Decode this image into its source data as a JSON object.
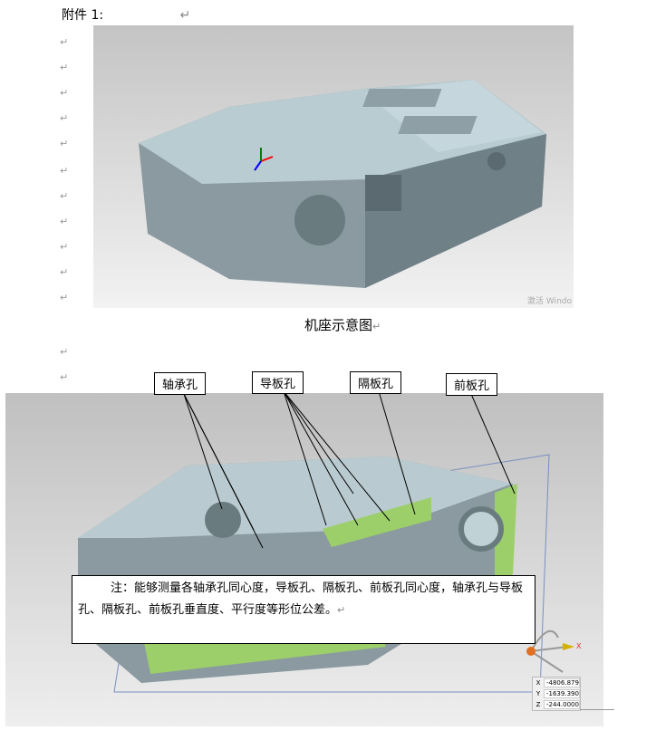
{
  "heading": "附件 1:",
  "caption": "机座示意图",
  "watermark": "激活 Windo",
  "labels": {
    "bearing": "轴承孔",
    "guide": "导板孔",
    "partition": "隔板孔",
    "front": "前板孔"
  },
  "note": "注：能够测量各轴承孔同心度，导板孔、隔板孔、前板孔同心度，轴承孔与导板孔、隔板孔、前板孔垂直度、平行度等形位公差。",
  "coords": {
    "x_label": "X",
    "x": "-4806.879",
    "y_label": "Y",
    "y": "-1639.390",
    "z_label": "Z",
    "z": "-244.0000"
  },
  "axis_x": "X",
  "pilcrow": "↵"
}
